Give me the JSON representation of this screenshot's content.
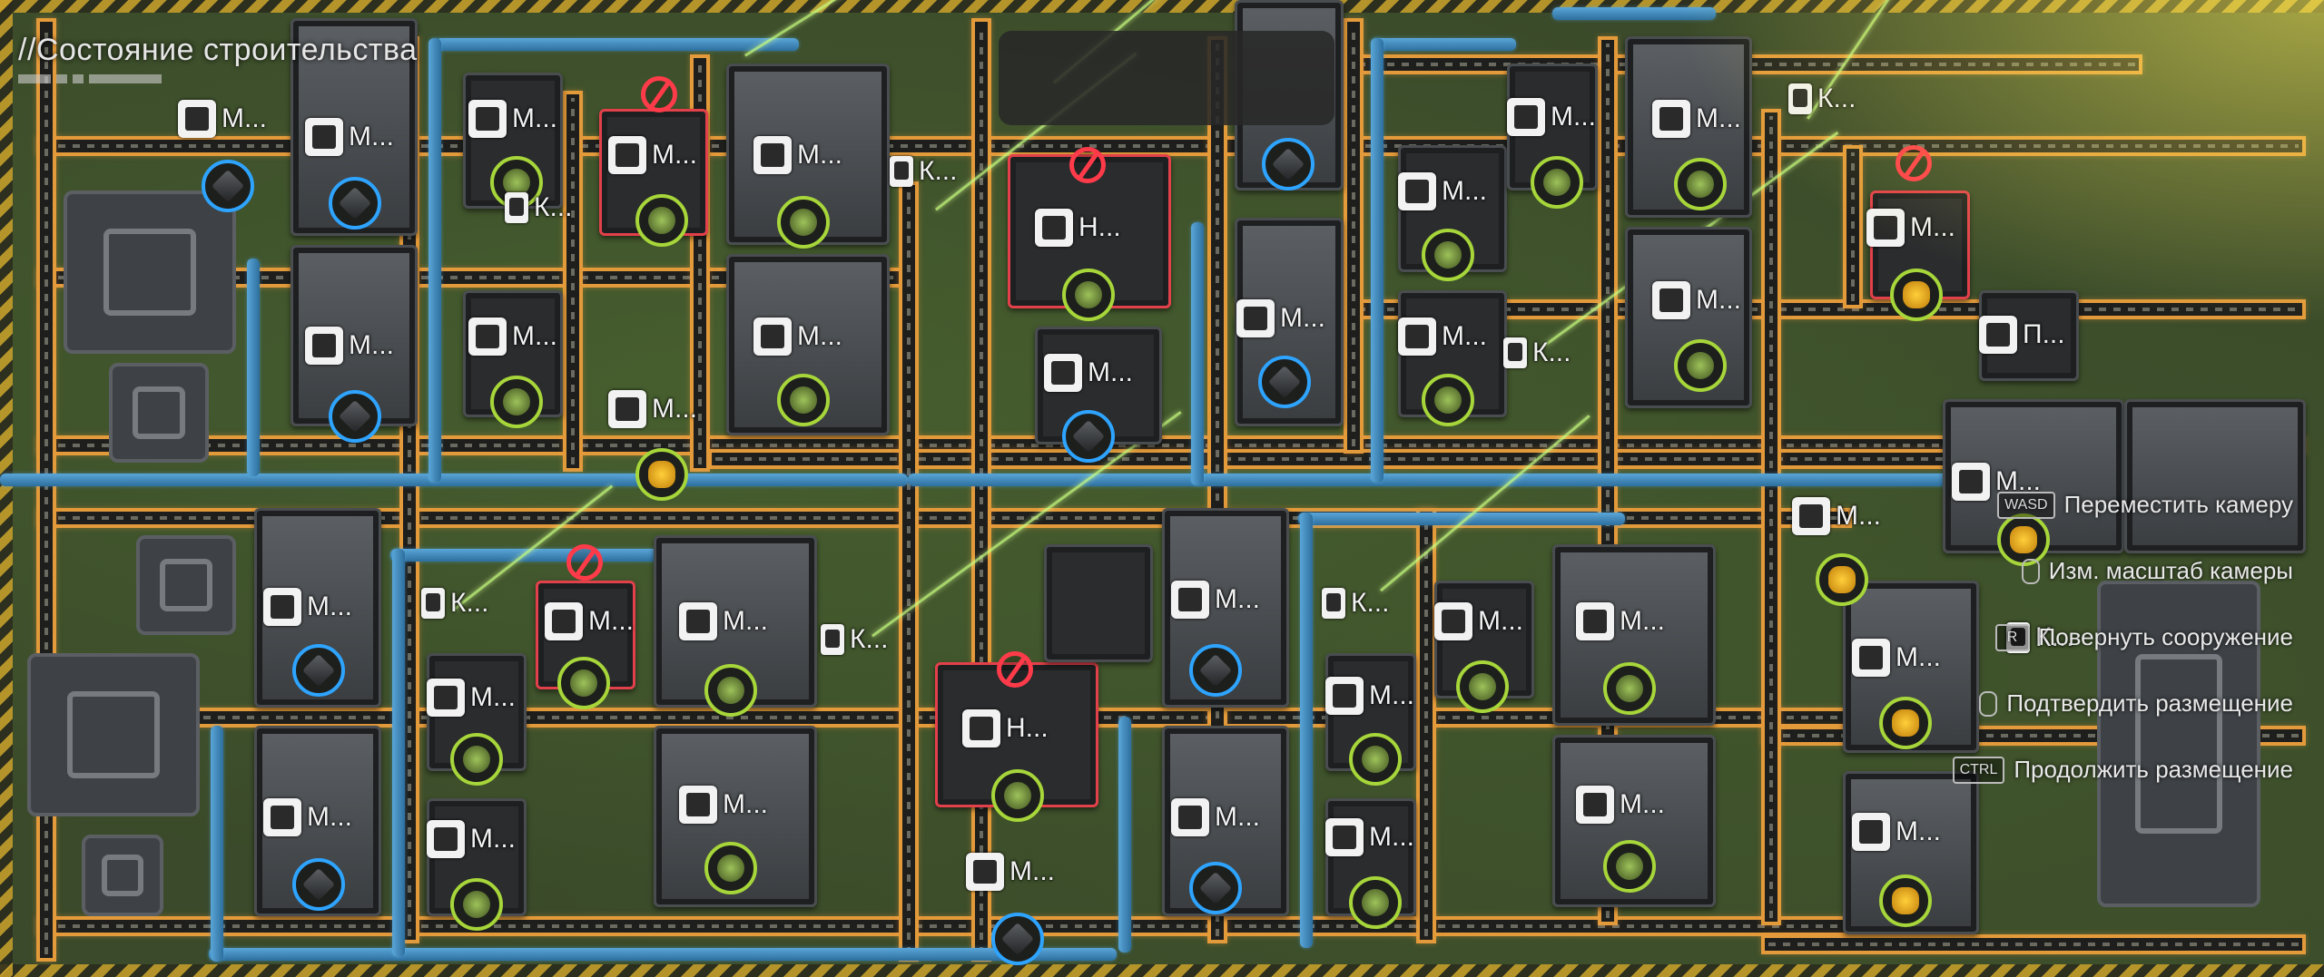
{
  "hud": {
    "title": "//Состояние строительства"
  },
  "controls": [
    {
      "key": "WASD",
      "label": "Переместить камеру"
    },
    {
      "key": "",
      "label": "Изм. масштаб камеры"
    },
    {
      "key": "R",
      "label": "Повернуть сооружение"
    },
    {
      "key": "",
      "label": "Подтвердить размещение"
    },
    {
      "key": "CTRL",
      "label": "Продолжить размещение"
    }
  ],
  "buildings": [
    {
      "label": "М...",
      "icon": "smelter-icon",
      "output": "cube",
      "ring": "blue"
    },
    {
      "label": "М...",
      "icon": "refiner-icon",
      "output": "cube",
      "ring": "blue"
    },
    {
      "label": "М...",
      "icon": "crusher-icon",
      "output": "ore",
      "ring": "green"
    },
    {
      "label": "К...",
      "icon": "tower-icon",
      "output": "",
      "ring": ""
    },
    {
      "label": "М...",
      "icon": "flame-icon",
      "output": "ore",
      "ring": "green"
    },
    {
      "label": "М...",
      "icon": "planter-icon",
      "output": "plant",
      "ring": "green"
    },
    {
      "label": "К...",
      "icon": "tower-icon",
      "output": "",
      "ring": ""
    },
    {
      "label": "Н...",
      "icon": "seed-icon",
      "output": "plant",
      "ring": "green"
    },
    {
      "label": "М...",
      "icon": "refiner-icon",
      "output": "cube",
      "ring": "blue"
    },
    {
      "label": "М...",
      "icon": "crusher-icon",
      "output": "ore",
      "ring": "green"
    },
    {
      "label": "М...",
      "icon": "flame-icon",
      "output": "ore",
      "ring": "green"
    },
    {
      "label": "М...",
      "icon": "planter-icon",
      "output": "plant",
      "ring": "green"
    },
    {
      "label": "К...",
      "icon": "tower-icon",
      "output": "",
      "ring": ""
    },
    {
      "label": "М...",
      "icon": "crusher-icon",
      "output": "gold",
      "ring": "green"
    },
    {
      "label": "М...",
      "icon": "smelter-icon",
      "output": "cube",
      "ring": "blue"
    },
    {
      "label": "М...",
      "icon": "refiner-icon",
      "output": "cube",
      "ring": "blue"
    },
    {
      "label": "М...",
      "icon": "crusher-icon",
      "output": "ore",
      "ring": "green"
    },
    {
      "label": "М...",
      "icon": "bottle-icon",
      "output": "plant",
      "ring": "green"
    },
    {
      "label": "М...",
      "icon": "crusher-icon",
      "output": "gold",
      "ring": "green"
    },
    {
      "label": "М...",
      "icon": "flame-icon",
      "output": "cube",
      "ring": "blue"
    },
    {
      "label": "М...",
      "icon": "crusher-icon",
      "output": "ore",
      "ring": "green"
    },
    {
      "label": "К...",
      "icon": "tower-icon",
      "output": "",
      "ring": ""
    },
    {
      "label": "М...",
      "icon": "bottle-icon",
      "output": "plant",
      "ring": "green"
    },
    {
      "label": "П...",
      "icon": "storage-icon",
      "output": "",
      "ring": ""
    },
    {
      "label": "М...",
      "icon": "crusher-icon",
      "output": "gold",
      "ring": "green"
    }
  ],
  "bottom": {
    "labels": [
      "К...",
      "М...",
      "М...",
      "К...",
      "Н...",
      "М...",
      "М...",
      "М...",
      "М...",
      "К...",
      "М...",
      "М...",
      "М...",
      "М...",
      "К...",
      "М...",
      "М...",
      "М...",
      "М...",
      "М..."
    ]
  },
  "colors": {
    "belt": "#e39a3a",
    "pipe": "#4a9ad0",
    "ring_blue": "#2ea4ff",
    "ring_green": "#a7d63a",
    "warning": "#ff3b4a",
    "power_line": "#c8ff80"
  }
}
